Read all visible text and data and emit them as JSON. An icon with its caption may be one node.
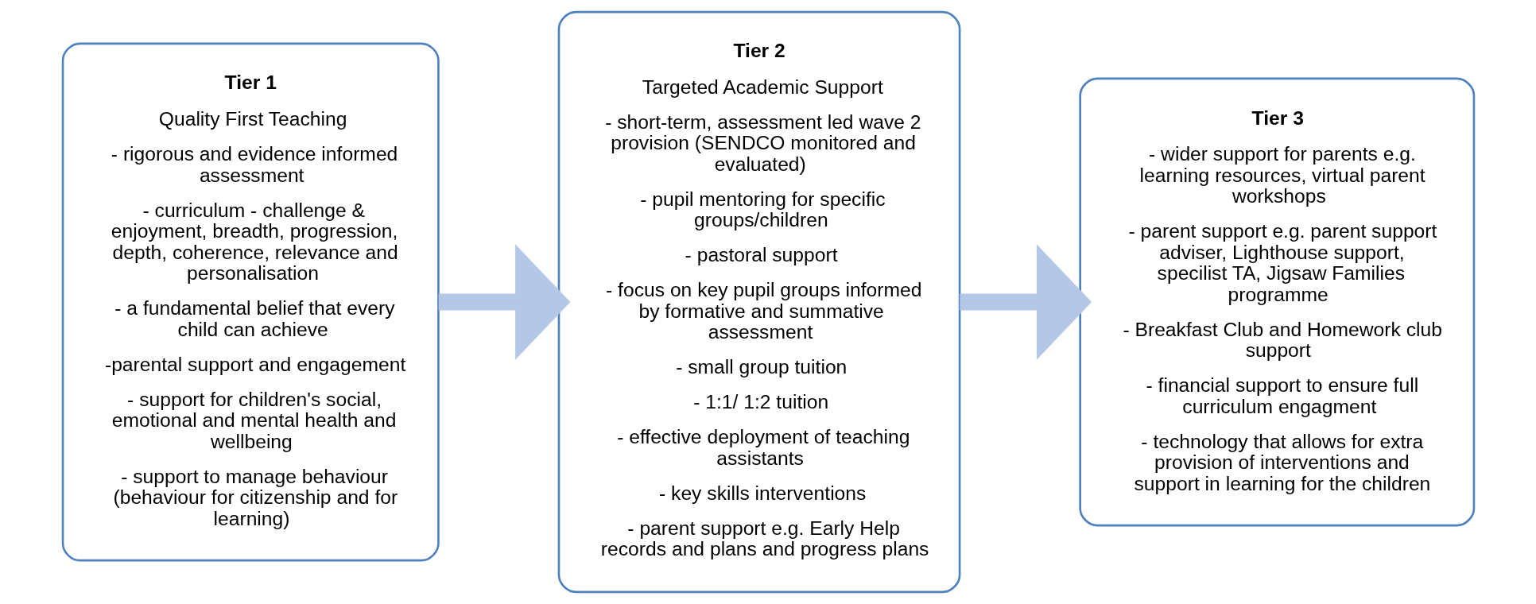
{
  "diagram": {
    "nodes": [
      {
        "text": [
          "Tier 1",
          "Quality First Teaching",
          "- rigorous and evidence informed assessment",
          "- curriculum - challenge & enjoyment, breadth, progression, depth, coherence, relevance and personalisation",
          "- a fundamental belief that every child can achieve",
          "-parental support and engagement",
          "- support for children's social, emotional and mental health and wellbeing",
          "- support to manage behaviour (behaviour for citizenship and for learning)"
        ]
      },
      {
        "text": [
          "Tier 2",
          "Targeted Academic Support",
          "- short-term, assessment led wave 2 provision (SENDCO monitored and evaluated)",
          "- pupil mentoring for specific groups/children",
          "- pastoral support",
          "- focus on key pupil groups informed by formative and summative assessment",
          "- small group tuition",
          "- 1:1/ 1:2 tuition",
          "- effective deployment of teaching assistants",
          "- key skills interventions",
          "- parent support e.g. Early Help records and plans and progress plans"
        ]
      },
      {
        "text": [
          "Tier 3",
          "- wider support for parents e.g. learning resources, virtual parent workshops",
          "- parent support e.g. parent support adviser, Lighthouse support, specilist TA, Jigsaw Families programme",
          "- Breakfast Club and Homework club support",
          "- financial support to ensure full curriculum engagment",
          "- technology that allows for extra provision of interventions and support in learning for the children"
        ]
      }
    ],
    "edges": [
      {
        "from": 0,
        "to": 1,
        "arrow": "to"
      },
      {
        "from": 1,
        "to": 2,
        "arrow": "to"
      }
    ]
  }
}
